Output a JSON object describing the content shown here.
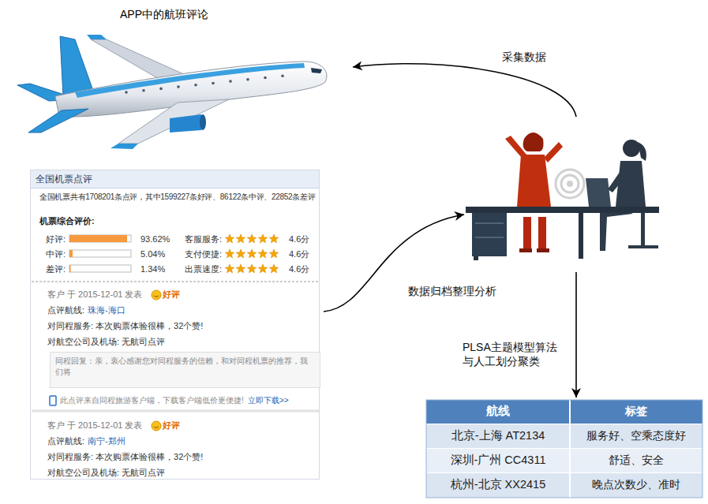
{
  "diagram": {
    "nodes": [
      {
        "text": [
          "全国机票点评"
        ]
      },
      {
        "text": [
          "同程回复：亲，衷心感谢您对同程服务的信赖，和对同程机票的推荐，我们将"
        ],
        "in": 0
      }
    ],
    "labels": [
      "APP中的航班评论",
      "全国机票共有1708201条点评，其中1599227条好评、86122条中评、22852条差评",
      "机票综合评价:",
      "好评:",
      "93.62%",
      "客服服务:",
      "4.6分",
      "中评:",
      "5.04%",
      "支付便捷:",
      "4.6分",
      "差评:",
      "1.34%",
      "出票速度:",
      "4.6分",
      "客户 于 2015-12-01 发表",
      "好评",
      "点评航线:",
      "珠海-海口",
      "对同程服务: 本次购票体验很棒，32个赞!",
      "对航空公司及机场: 无航司点评",
      "此点评来自同程旅游客户端，下载客户端低价更便捷!",
      "立即下载>>",
      "客户 于 2015-12-01 发表",
      "好评",
      "点评航线:",
      "南宁-郑州",
      "对同程服务: 本次购票体验很棒，32个赞!",
      "对航空公司及机场: 无航司点评",
      "采集数据",
      "数据归档整理分析",
      "PLSA主题模型算法 与人工划分聚类",
      "航线",
      "标签",
      "北京-上海 AT2134",
      "服务好、空乘态度好",
      "深圳-广州 CC4311",
      "舒适、安全",
      "杭州-北京 XX2415",
      "晚点次数少、准时"
    ]
  }
}
